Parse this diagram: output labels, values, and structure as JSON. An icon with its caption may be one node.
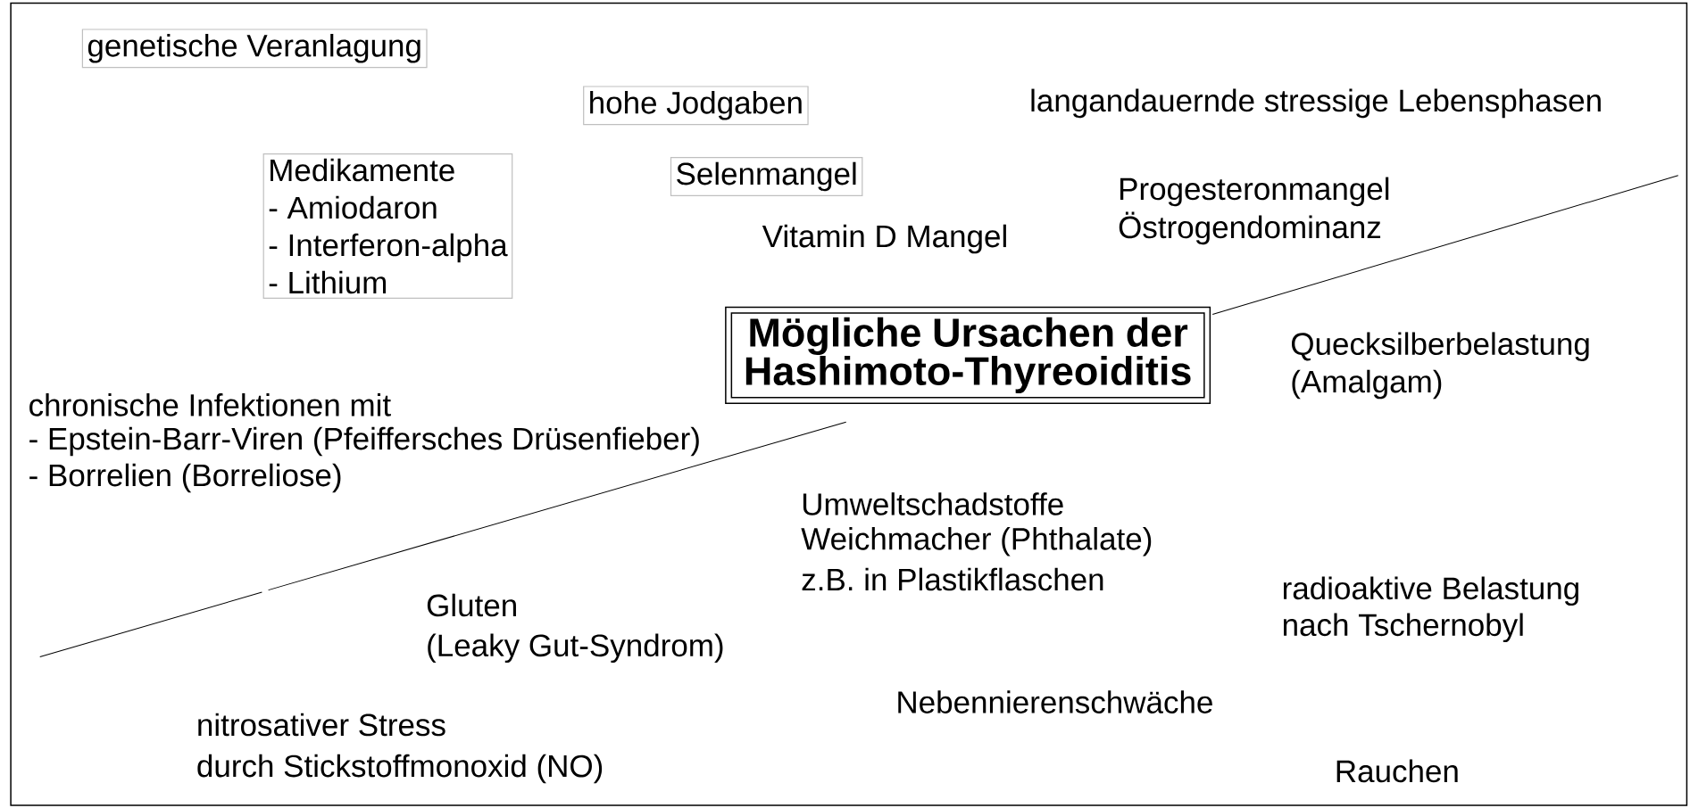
{
  "diagram": {
    "nodes": [
      {
        "text": [
          "genetische Veranlagung"
        ]
      },
      {
        "text": [
          "hohe Jodgaben"
        ]
      },
      {
        "text": [
          "Medikamente",
          "- Amiodaron",
          "- Interferon-alpha",
          "- Lithium"
        ]
      },
      {
        "text": [
          "Selenmangel"
        ]
      },
      {
        "text": [
          "Mögliche Ursachen der Hashimoto-Thyreoiditis"
        ]
      }
    ],
    "edges": [],
    "labels": [
      "langandauernde stressige Lebensphasen",
      "Progesteronmangel",
      "Östrogendominanz",
      "Vitamin D Mangel",
      "Quecksilberbelastung",
      "(Amalgam)",
      "chronische Infektionen mit",
      "- Epstein-Barr-Viren (Pfeiffersches Drüsenfieber)",
      "- Borrelien (Borreliose)",
      "Umweltschadstoffe",
      "Weichmacher (Phthalate)",
      "z.B. in Plastikflaschen",
      "radioaktive Belastung",
      "nach Tschernobyl",
      "Gluten",
      "(Leaky Gut-Syndrom)",
      "Nebennierenschwäche",
      "nitrosativer Stress",
      "durch Stickstoffmonoxid (NO)",
      "Rauchen"
    ]
  }
}
